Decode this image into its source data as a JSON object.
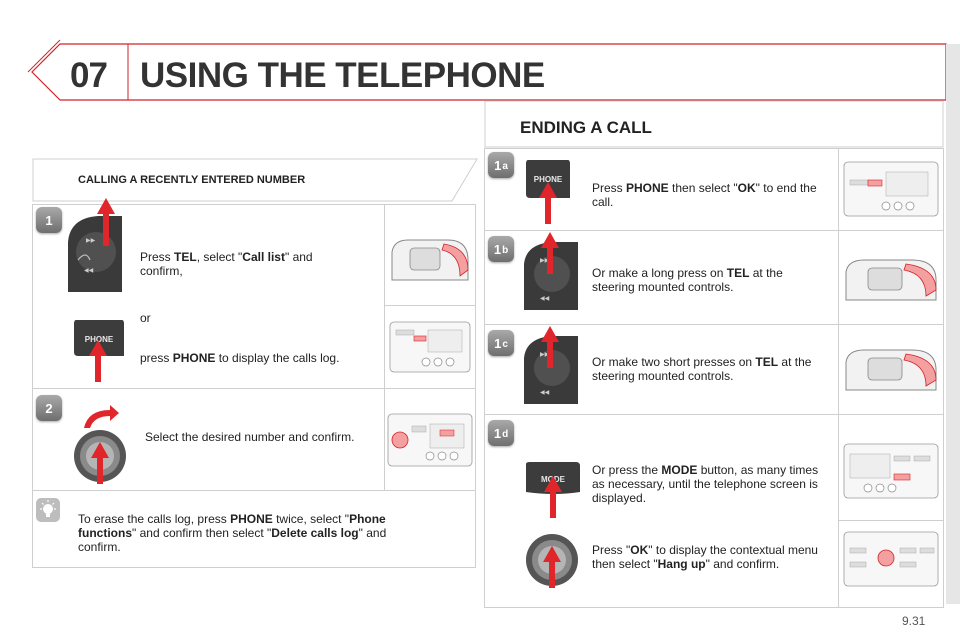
{
  "header": {
    "chapter": "07",
    "title": "USING THE TELEPHONE"
  },
  "left_section": {
    "title": "CALLING A RECENTLY ENTERED NUMBER",
    "step1": {
      "badge": "1",
      "press": "Press ",
      "tel": "TEL",
      "select": ", select \"",
      "call_list": "Call list",
      "and_confirm": "\" and",
      "confirm": "confirm,",
      "or": "or",
      "press2": "press ",
      "phone": "PHONE",
      "display_log": " to display the calls log."
    },
    "step2": {
      "badge": "2",
      "text": "Select the desired number and confirm."
    },
    "tip": {
      "t1": "To erase the calls log, press ",
      "phone": "PHONE",
      "t2": " twice, select \"",
      "phone_functions": "Phone functions",
      "t3": "\" and confirm then select \"",
      "delete_log": "Delete calls log",
      "t4": "\" and confirm."
    }
  },
  "right_section": {
    "title": "ENDING A CALL",
    "step1a": {
      "badge": "1",
      "sub": "a",
      "t1": "Press ",
      "phone": "PHONE",
      "t2": " then select \"",
      "ok": "OK",
      "t3": "\" to end the call."
    },
    "step1b": {
      "badge": "1",
      "sub": "b",
      "t1": "Or make a long press on ",
      "tel": "TEL",
      "t2": " at the steering mounted controls."
    },
    "step1c": {
      "badge": "1",
      "sub": "c",
      "t1": "Or make two short presses on ",
      "tel": "TEL",
      "t2": " at the steering mounted controls."
    },
    "step1d": {
      "badge": "1",
      "sub": "d",
      "t1": "Or press the ",
      "mode": "MODE",
      "t2": " button, as many times as necessary, until the telephone screen is displayed.",
      "t3": "Press \"",
      "ok": "OK",
      "t4": "\" to display the contextual menu then select \"",
      "hang_up": "Hang up",
      "t5": "\" and confirm."
    }
  },
  "button_labels": {
    "phone": "PHONE",
    "mode": "MODE"
  },
  "page_number": "9.31",
  "colors": {
    "accent_red": "#d2232a",
    "arrow_red": "#e0262b",
    "panel_border": "#cfcfcf"
  }
}
